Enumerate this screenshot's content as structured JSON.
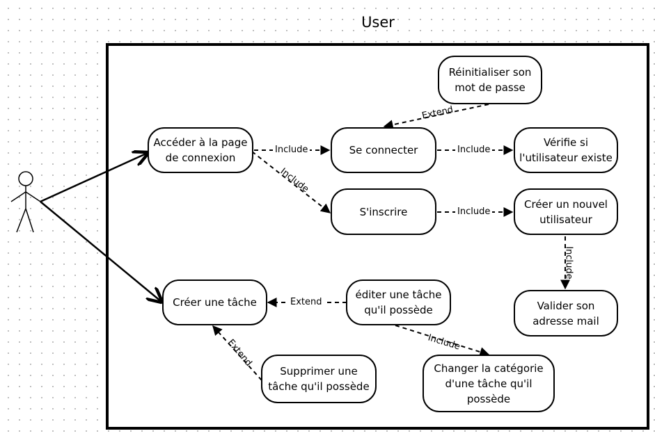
{
  "title": "User",
  "use_cases": {
    "reset_password": "Réinitialiser son\nmot de passe",
    "access_login": "Accéder à la page\nde connexion",
    "login": "Se connecter",
    "check_user": "Vérifie si\nl'utilisateur existe",
    "signup": "S'inscrire",
    "create_user": "Créer un nouvel\nutilisateur",
    "create_task": "Créer une tâche",
    "edit_task": "éditer une tâche\nqu'il possède",
    "validate_email": "Valider son\nadresse mail",
    "delete_task": "Supprimer une\ntâche qu'il possède",
    "change_category": "Changer la catégorie\nd'une tâche qu'il\npossède"
  },
  "relations": {
    "include": "Include",
    "extend": "Extend"
  }
}
